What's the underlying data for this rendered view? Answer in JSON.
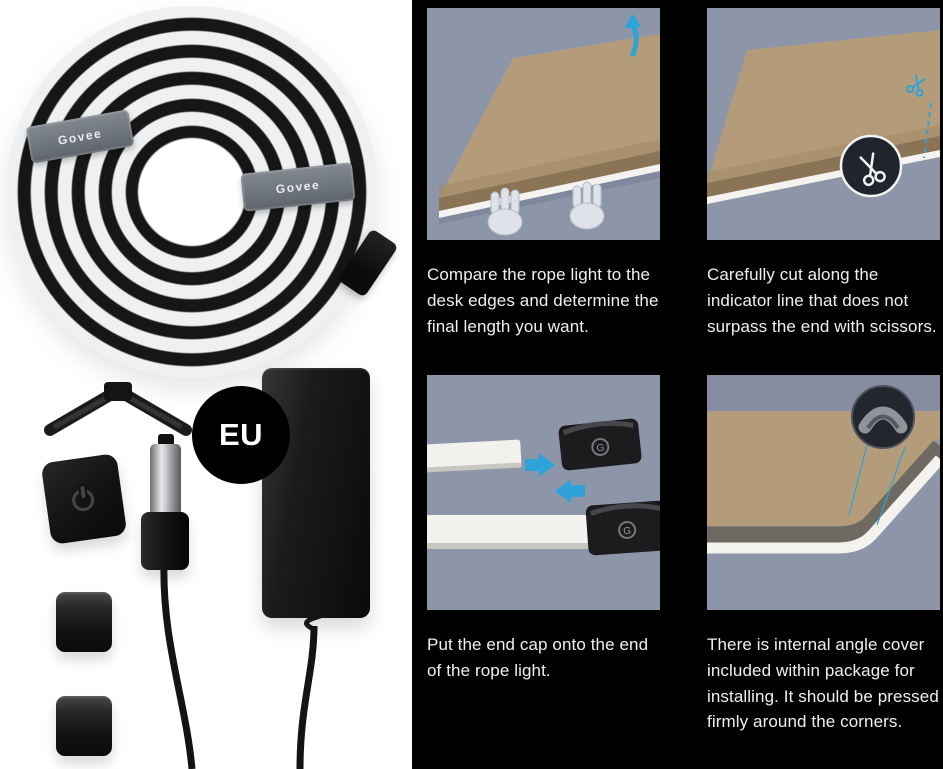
{
  "product": {
    "strap_label": "Govee",
    "plug_badge": "EU",
    "cap_logo": "G"
  },
  "steps": [
    {
      "caption": "Compare the rope light to the desk edges and determine the final length you want."
    },
    {
      "caption": "Carefully cut along the indicator line that does not surpass the end with scissors."
    },
    {
      "caption": "Put the end cap onto the end of the rope light."
    },
    {
      "caption": "There is internal angle cover included within package for installing. It should be pressed firmly around the corners."
    }
  ],
  "colors": {
    "left_bg": "#ffffff",
    "right_bg": "#000000",
    "panel_bg": "#8d95a9",
    "desk_top": "#b49c7a",
    "desk_edge": "#8b7456",
    "rope_white": "#f4f3f0",
    "accent_blue": "#2ea3d9",
    "caption_text": "#f0efed"
  }
}
